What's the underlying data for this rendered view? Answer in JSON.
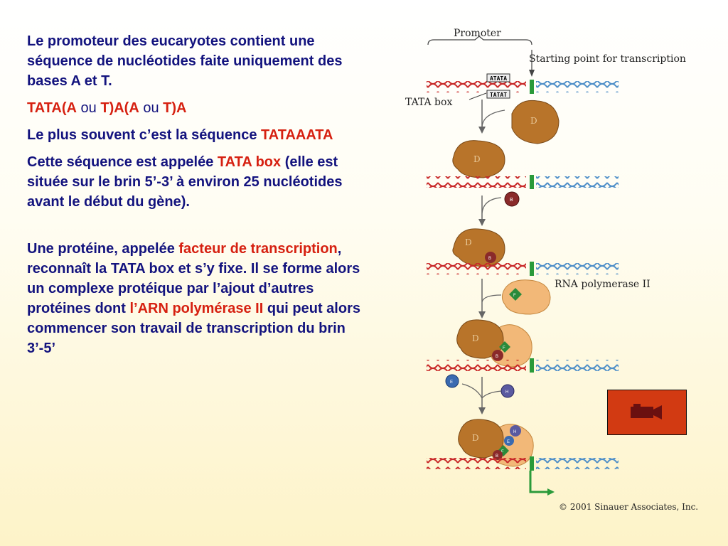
{
  "text": {
    "p1": "Le promoteur des eucaryotes contient une séquence de nucléotides faite uniquement des bases A et T.",
    "p2": {
      "a": "TATA(",
      "b": "A",
      "ou1": " ou ",
      "c": "T",
      "d": ")A(",
      "e": "A",
      "ou2": " ou ",
      "f": "T",
      "g": ")A"
    },
    "p3": {
      "a": "Le plus souvent c’est la séquence ",
      "b": "TATAAATA"
    },
    "p4": {
      "a": "Cette séquence est appelée ",
      "b": "TATA box",
      "c": " (elle est située sur le brin 5’-3’ à environ 25 nucléotides avant le début du gène)."
    },
    "p5": {
      "a": "Une protéine, appelée ",
      "b": "facteur de transcription",
      "c": ", reconnaît la TATA box et s’y fixe. Il se forme alors un complexe protéique par l’ajout d’autres protéines dont ",
      "d": "l’ARN polymérase II",
      "e": " qui peut alors commencer son travail de transcription du brin 3’-5’"
    }
  },
  "diagram": {
    "promoter_label": "Promoter",
    "start_label": "Starting point for transcription",
    "tata_label": "TATA box",
    "tata_top": "ATATA",
    "tata_bottom": "TATAT",
    "rnapol_label": "RNA polymerase II",
    "factor_D": "D",
    "factor_B": "B",
    "factor_F": "F",
    "factor_E": "E",
    "factor_H": "H",
    "colors": {
      "red_strand": "#c82828",
      "blue_strand": "#4f8fc8",
      "protein_brown": "#b8742a",
      "polymerase_tan": "#f2b878",
      "start_green": "#2a9a3a"
    }
  },
  "video_button": {
    "icon": "video-camera-icon",
    "color": "#d23a12"
  },
  "copyright": "© 2001 Sinauer Associates, Inc."
}
